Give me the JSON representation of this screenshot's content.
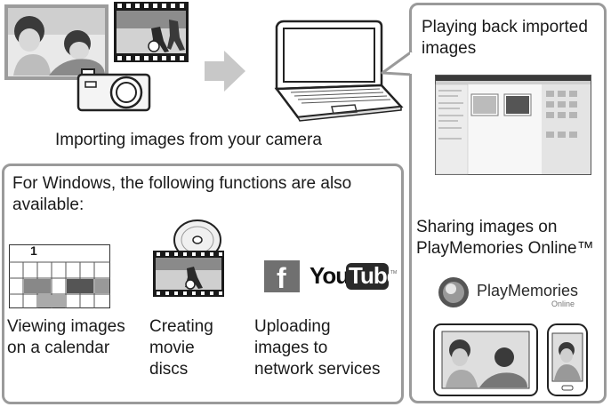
{
  "import_caption": "Importing images from your camera",
  "playback": {
    "caption": "Playing back imported images"
  },
  "sharing": {
    "caption_line1": "Sharing images on",
    "caption_line2": "PlayMemories Online™",
    "logo_main": "PlayMemories",
    "logo_sub": "Online"
  },
  "windows_box": {
    "heading_line1": "For Windows, the following functions are also",
    "heading_line2": "available:",
    "features": [
      {
        "line1": "Viewing images",
        "line2": "on a calendar",
        "line3": ""
      },
      {
        "line1": "Creating",
        "line2": "movie",
        "line3": "discs"
      },
      {
        "line1": "Uploading",
        "line2": "images to",
        "line3": "network services"
      }
    ],
    "calendar_day": "1",
    "services": {
      "facebook": "f",
      "youtube_you": "You",
      "youtube_tube": "Tube",
      "tm": "TM"
    }
  },
  "colors": {
    "panel_border": "#9a9a9a",
    "arrow": "#c8c8c8",
    "ink": "#1a1a1a"
  }
}
